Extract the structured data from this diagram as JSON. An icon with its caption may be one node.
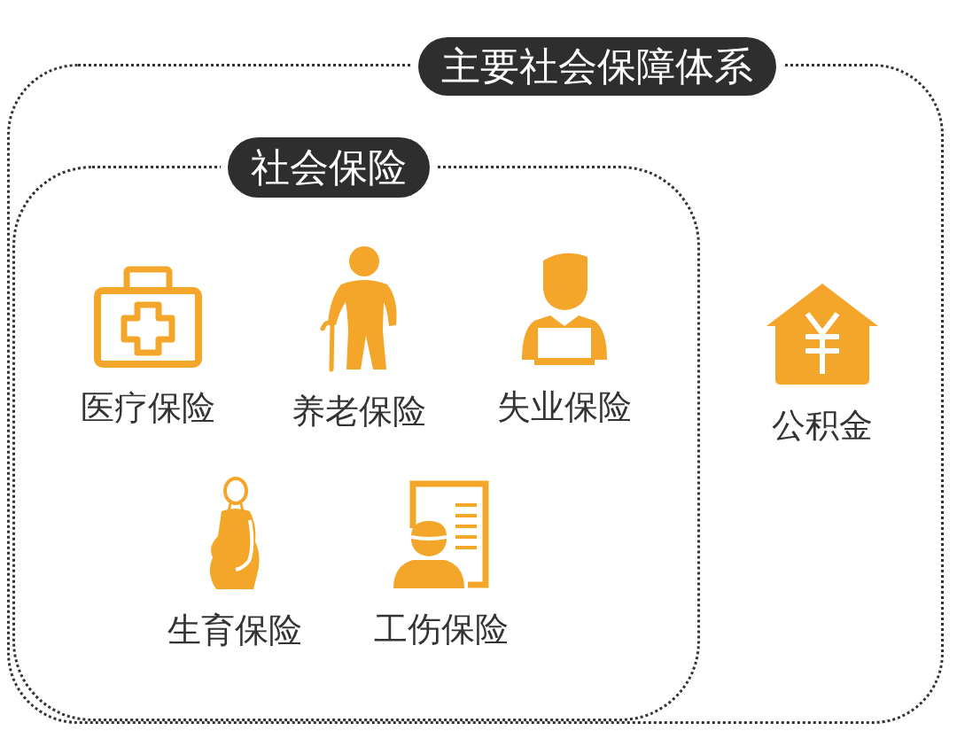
{
  "diagram": {
    "nodes": [
      {
        "text": [
          "主要社会保障体系"
        ]
      },
      {
        "text": [
          "社会保险"
        ],
        "in": 0
      },
      {
        "text": [
          "医疗保险"
        ],
        "in": 1
      },
      {
        "text": [
          "养老保险"
        ],
        "in": 1
      },
      {
        "text": [
          "失业保险"
        ],
        "in": 1
      },
      {
        "text": [
          "生育保险"
        ],
        "in": 1
      },
      {
        "text": [
          "工伤保险"
        ],
        "in": 1
      },
      {
        "text": [
          "公积金"
        ],
        "in": 0
      }
    ]
  }
}
